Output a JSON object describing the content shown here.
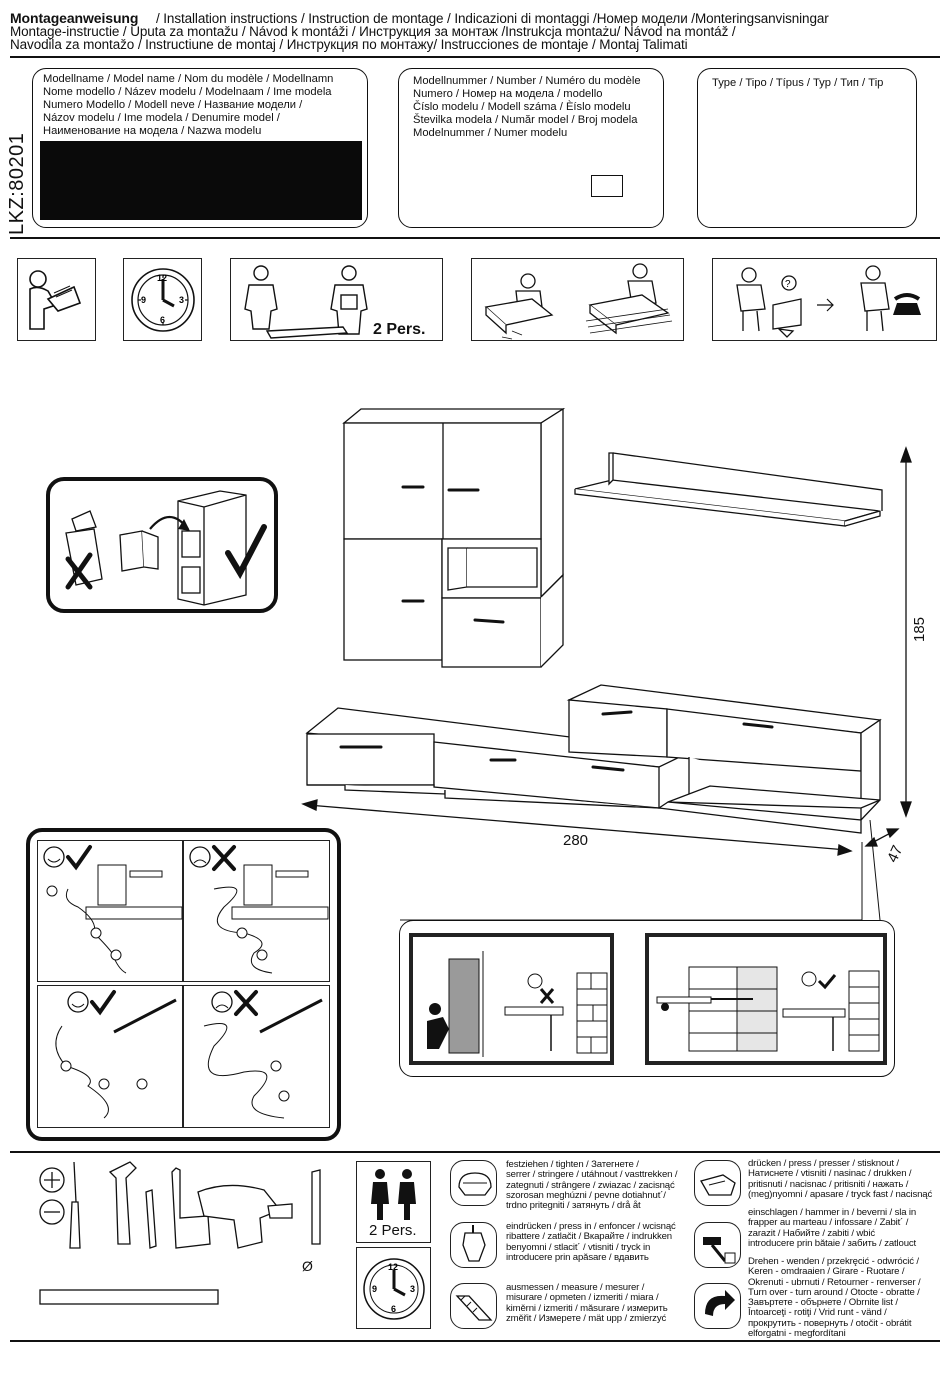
{
  "header": {
    "line1_title": "Montageanweisung",
    "line1_rest": "/ Installation instructions / Instruction de montage / Indicazioni di montaggi /Номер модели /Monteringsanvisningar",
    "line2": "Montage-instructie / Úputa za montažu / Návod k montáži / Инструкция за монтаж /Instrukcja montażu/ Návod na montáž /",
    "line3": "Navodila za montažo / Instructiune de montaj / Инструкция по монтажу/ Instrucciones de montaje / Montaj Talimati"
  },
  "side_code": "LKZ:80201",
  "boxes": {
    "model_name": "Modellname / Model name / Nom du modèle / Modellnamn\nNome modello / Název modelu / Modelnaam / Ime modela\nNumero Modello / Modell neve / Название модели /\nNázov modelu / Ime modela / Denumire model /\nНаименование на модела / Nazwa modelu",
    "model_number": "Modellnummer / Number / Numéro du modèle\nNumero /  Номер на модела / modello\nČíslo modelu / Modell száma / Èíslo modelu\nŠtevilka modela / Număr model / Broj modela\nModelnummer / Numer modelu",
    "type": "Type / Tipo / Típus / Typ / Тип / Tip"
  },
  "info_icons": {
    "persons_label": "2 Pers."
  },
  "clock": {
    "n12": "12",
    "n3": "3",
    "n6": "6",
    "n9": "9"
  },
  "dimensions": {
    "height": "185",
    "width": "280",
    "depth": "47"
  },
  "tools": {
    "persons_label": "2 Pers.",
    "drill_size_symbol": "Ø"
  },
  "instructions": {
    "tighten": "festziehen / tighten / Затегнете /\nserrer / stringere / utáhnout / vasttrekken /\nzategnuti / strângere / zwiazac / zacisnąć\nszorosan meghúzni / pevne dotiahnut´/\ntrdno pritegniti / затянуть / drå åt",
    "press_in": "eindrücken / press in / enfoncer / wcisnąć\nribattere / zatlačit / Вкарайте / indrukken\nbenyomni / stlacit´ / vtisniti / tryck in\nintroducere prin apăsare / вдавить",
    "measure": "ausmessen / measure / mesurer /\nmisurare / opmeten / izmeriti / miara /\nkiměrni / izmeriti / măsurare / измерить\nzměřit / Измерете / mät upp / zmierzyć",
    "press": "drücken / press / presser / stisknout /\nНатиснете / vtisniti / nasinac / drukken /\npritisnuti / nacisnac / pritisniti / нажать /\n(meg)nyomni / apasare / tryck fast / nacisnąć",
    "hammer_in": "einschlagen / hammer in / beverni / sla in\nfrapper au marteau / infossare / Zabit´ /\nzarazit / Набийте / zabiti / wbić\nintroducere prin bătaie / забить / zatlouct",
    "turn": "Drehen - wenden / przekręcić - odwrócić /\nKeren - omdraaien / Girare - Ruotare /\nOkrenuti - ubrnuti / Retourner - renverser /\nTurn over - turn around / Otocte - obratte /\nЗавъртете - обърнете / Obrnite list /\nÎntoarceţi - rotiţi / Vrid runt - vänd /\nпрокрутить - повернуть / otočit - obrátit\nelforgatni - megfordítani"
  },
  "colors": {
    "ink": "#111111",
    "black_fill": "#0a0a0a",
    "grey_panel": "#9a9a9a"
  }
}
